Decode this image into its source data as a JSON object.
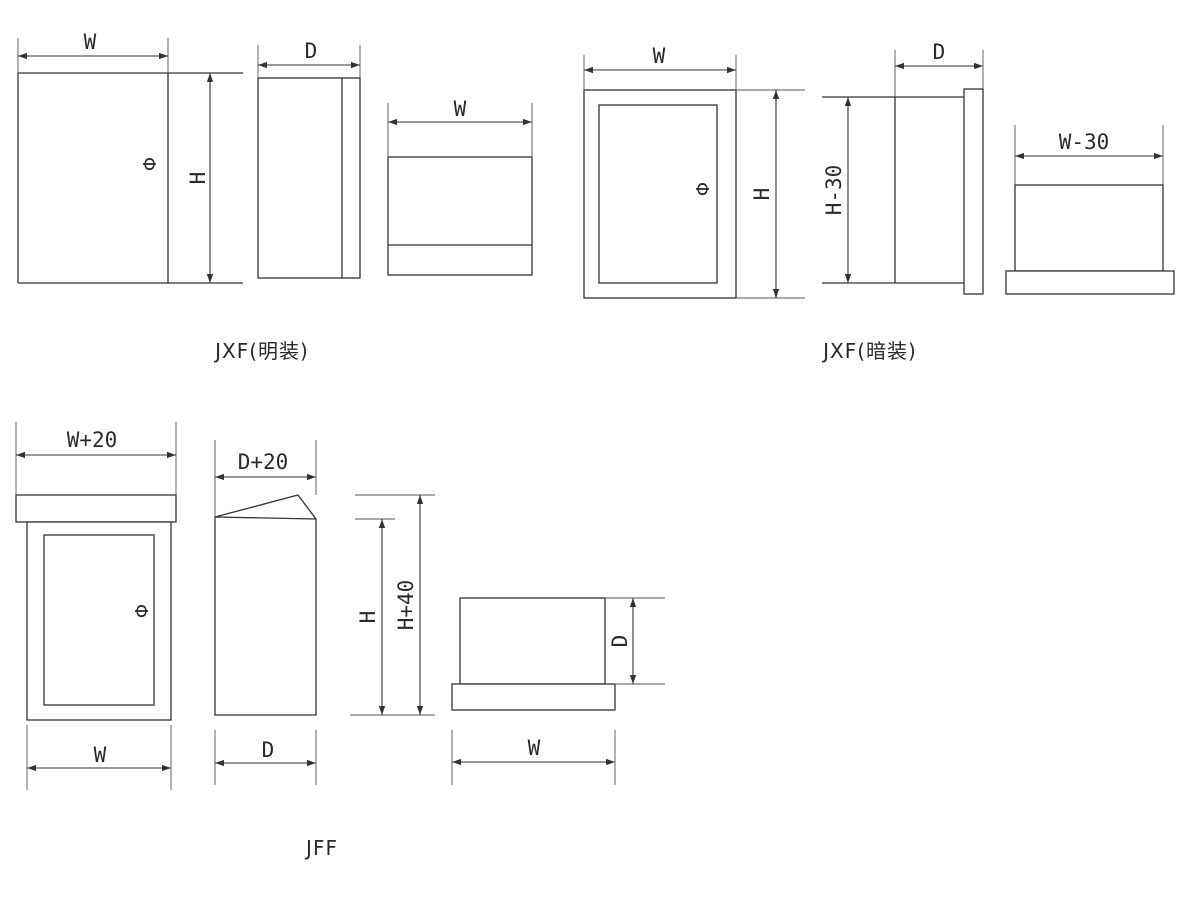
{
  "captions": {
    "surface": "JXF(明装)",
    "flush": "JXF(暗装)",
    "outdoor": "JFF"
  },
  "dimensions": {
    "w": "W",
    "d": "D",
    "h": "H",
    "w_minus_30": "W-30",
    "h_minus_30": "H-30",
    "w_plus_20": "W+20",
    "d_plus_20": "D+20",
    "h_plus_40": "H+40"
  },
  "symbols": {
    "lock": "Φ"
  },
  "colors": {
    "line": "#333333",
    "background": "#ffffff"
  }
}
